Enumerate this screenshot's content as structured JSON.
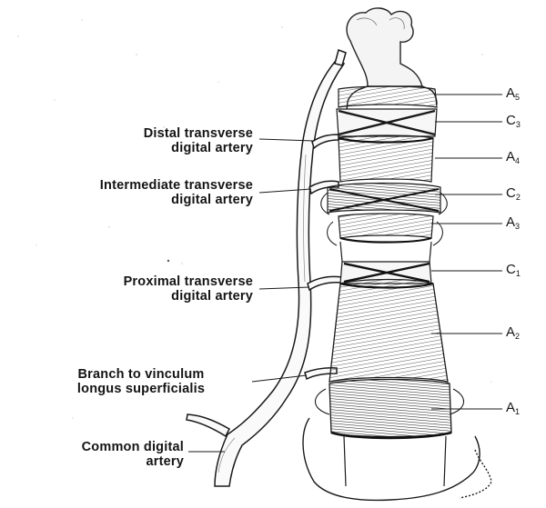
{
  "labels": {
    "distal": [
      "Distal transverse",
      "digital artery"
    ],
    "intermediate": [
      "Intermediate transverse",
      "digital artery"
    ],
    "proximal": [
      "Proximal transverse",
      "digital artery"
    ],
    "branch": [
      "Branch to vinculum",
      "longus superficialis"
    ],
    "common": [
      "Common digital",
      "artery"
    ]
  },
  "pulleys": [
    {
      "letter": "A",
      "num": "5"
    },
    {
      "letter": "C",
      "num": "3"
    },
    {
      "letter": "A",
      "num": "4"
    },
    {
      "letter": "C",
      "num": "2"
    },
    {
      "letter": "A",
      "num": "3"
    },
    {
      "letter": "C",
      "num": "1"
    },
    {
      "letter": "A",
      "num": "2"
    },
    {
      "letter": "A",
      "num": "1"
    }
  ]
}
